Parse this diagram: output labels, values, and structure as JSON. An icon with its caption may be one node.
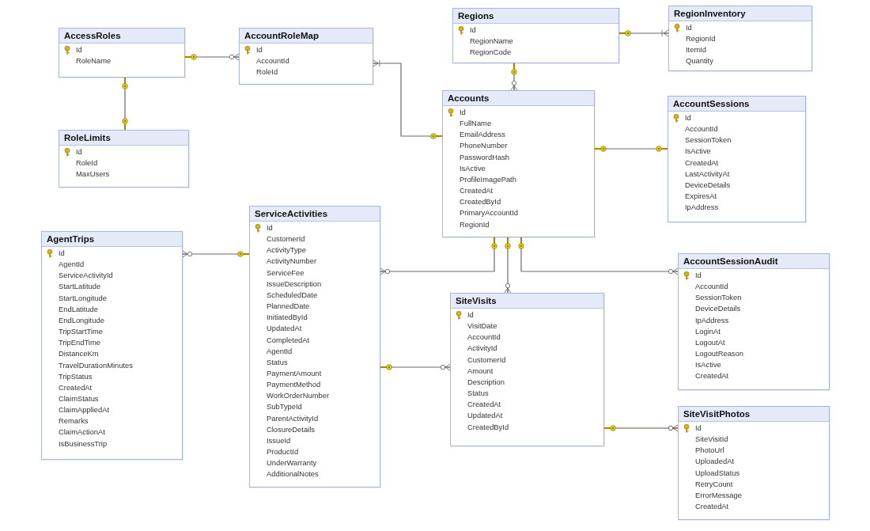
{
  "diagram": {
    "nodes": [
      {
        "text": [
          "AccessRoles",
          "Id",
          "RoleName"
        ]
      },
      {
        "text": [
          "AccountRoleMap",
          "Id",
          "AccountId",
          "RoleId"
        ]
      },
      {
        "text": [
          "RoleLimits",
          "Id",
          "RoleId",
          "MaxUsers"
        ]
      },
      {
        "text": [
          "Regions",
          "Id",
          "RegionName",
          "RegionCode"
        ]
      },
      {
        "text": [
          "RegionInventory",
          "Id",
          "RegionId",
          "ItemId",
          "Quantity"
        ]
      },
      {
        "text": [
          "Accounts",
          "Id",
          "FullName",
          "EmailAddress",
          "PhoneNumber",
          "PasswordHash",
          "IsActive",
          "ProfileImagePath",
          "CreatedAt",
          "CreatedById",
          "PrimaryAccountId",
          "RegionId"
        ]
      },
      {
        "text": [
          "AccountSessions",
          "Id",
          "AccountId",
          "SessionToken",
          "IsActive",
          "CreatedAt",
          "LastActivityAt",
          "DeviceDetails",
          "ExpiresAt",
          "IpAddress"
        ]
      },
      {
        "text": [
          "AgentTrips",
          "Id",
          "AgentId",
          "ServiceActivityId",
          "StartLatitude",
          "StartLongitude",
          "EndLatitude",
          "EndLongitude",
          "TripStartTime",
          "TripEndTime",
          "DistanceKm",
          "TravelDurationMinutes",
          "TripStatus",
          "CreatedAt",
          "ClaimStatus",
          "ClaimAppliedAt",
          "Remarks",
          "ClaimActionAt",
          "IsBusinessTrip"
        ]
      },
      {
        "text": [
          "ServiceActivities",
          "Id",
          "CustomerId",
          "ActivityType",
          "ActivityNumber",
          "ServiceFee",
          "IssueDescription",
          "ScheduledDate",
          "PlannedDate",
          "InitiatedById",
          "UpdatedAt",
          "CompletedAt",
          "AgentId",
          "Status",
          "PaymentAmount",
          "PaymentMethod",
          "WorkOrderNumber",
          "SubTypeId",
          "ParentActivityId",
          "ClosureDetails",
          "IssueId",
          "ProductId",
          "UnderWarranty",
          "AdditionalNotes"
        ]
      },
      {
        "text": [
          "SiteVisits",
          "Id",
          "VisitDate",
          "AccountId",
          "ActivityId",
          "CustomerId",
          "Amount",
          "Description",
          "Status",
          "CreatedAt",
          "UpdatedAt",
          "CreatedById"
        ]
      },
      {
        "text": [
          "AccountSessionAudit",
          "Id",
          "AccountId",
          "SessionToken",
          "DeviceDetails",
          "IpAddress",
          "LoginAt",
          "LogoutAt",
          "LogoutReason",
          "IsActive",
          "CreatedAt"
        ]
      },
      {
        "text": [
          "SiteVisitPhotos",
          "Id",
          "SiteVisitId",
          "PhotoUrl",
          "UploadedAt",
          "UploadStatus",
          "RetryCount",
          "ErrorMessage",
          "CreatedAt"
        ]
      }
    ],
    "edges": [
      {
        "from": 0,
        "to": 1,
        "arrow": "other"
      },
      {
        "from": 0,
        "to": 2,
        "arrow": "other"
      },
      {
        "from": 5,
        "to": 1,
        "arrow": "other"
      },
      {
        "from": 3,
        "to": 4,
        "arrow": "other"
      },
      {
        "from": 3,
        "to": 5,
        "arrow": "other"
      },
      {
        "from": 5,
        "to": 6,
        "arrow": "other"
      },
      {
        "from": 8,
        "to": 7,
        "arrow": "other"
      },
      {
        "from": 5,
        "to": 8,
        "arrow": "other"
      },
      {
        "from": 5,
        "to": 9,
        "arrow": "other"
      },
      {
        "from": 5,
        "to": 10,
        "arrow": "other"
      },
      {
        "from": 8,
        "to": 9,
        "arrow": "other"
      },
      {
        "from": 9,
        "to": 11,
        "arrow": "other",
        "color": "#7a4a4a"
      }
    ]
  }
}
